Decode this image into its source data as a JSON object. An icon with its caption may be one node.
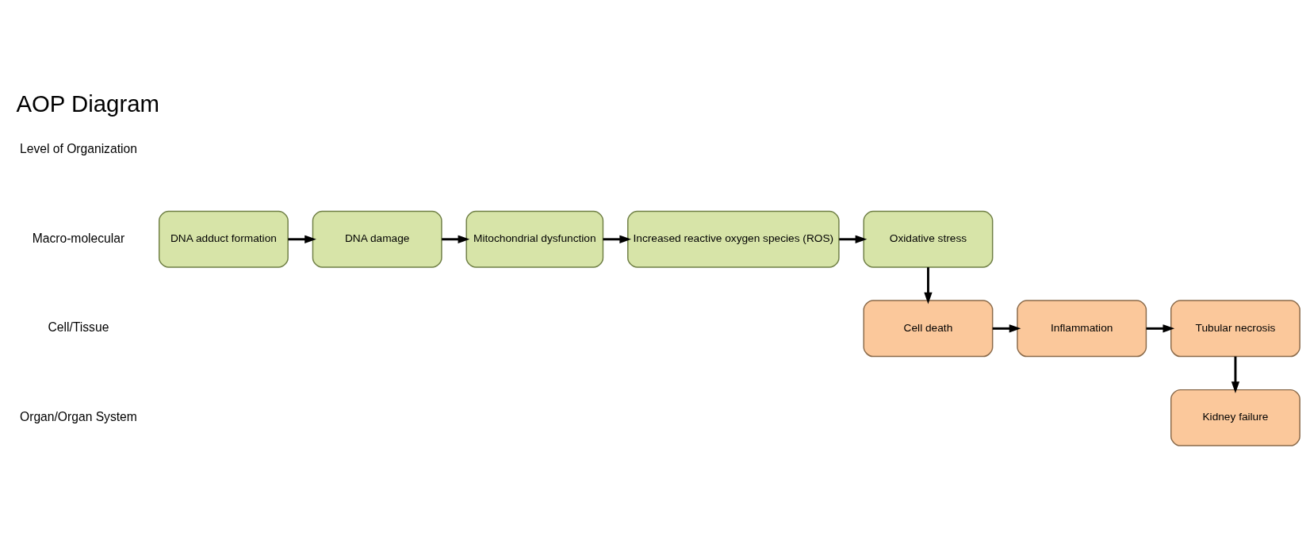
{
  "diagram": {
    "title": "AOP Diagram",
    "nodes": [
      {
        "text": [
          "DNA adduct formation"
        ]
      },
      {
        "text": [
          "DNA damage"
        ]
      },
      {
        "text": [
          "Mitochondrial dysfunction"
        ]
      },
      {
        "text": [
          "Increased reactive oxygen species (ROS)"
        ]
      },
      {
        "text": [
          "Oxidative stress"
        ]
      },
      {
        "text": [
          "Cell death"
        ]
      },
      {
        "text": [
          "Inflammation"
        ]
      },
      {
        "text": [
          "Tubular necrosis"
        ]
      },
      {
        "text": [
          "Kidney failure"
        ]
      }
    ],
    "edges": [
      {
        "from": 0,
        "to": 1,
        "arrow": "to"
      },
      {
        "from": 1,
        "to": 2,
        "arrow": "to"
      },
      {
        "from": 2,
        "to": 3,
        "arrow": "to"
      },
      {
        "from": 3,
        "to": 4,
        "arrow": "to"
      },
      {
        "from": 4,
        "to": 5,
        "arrow": "to"
      },
      {
        "from": 5,
        "to": 6,
        "arrow": "to"
      },
      {
        "from": 6,
        "to": 7,
        "arrow": "to"
      },
      {
        "from": 7,
        "to": 8,
        "arrow": "to"
      }
    ],
    "labels": [
      "Level of Organization",
      "Macro-molecular",
      "Cell/Tissue",
      "Organ/Organ System"
    ]
  }
}
